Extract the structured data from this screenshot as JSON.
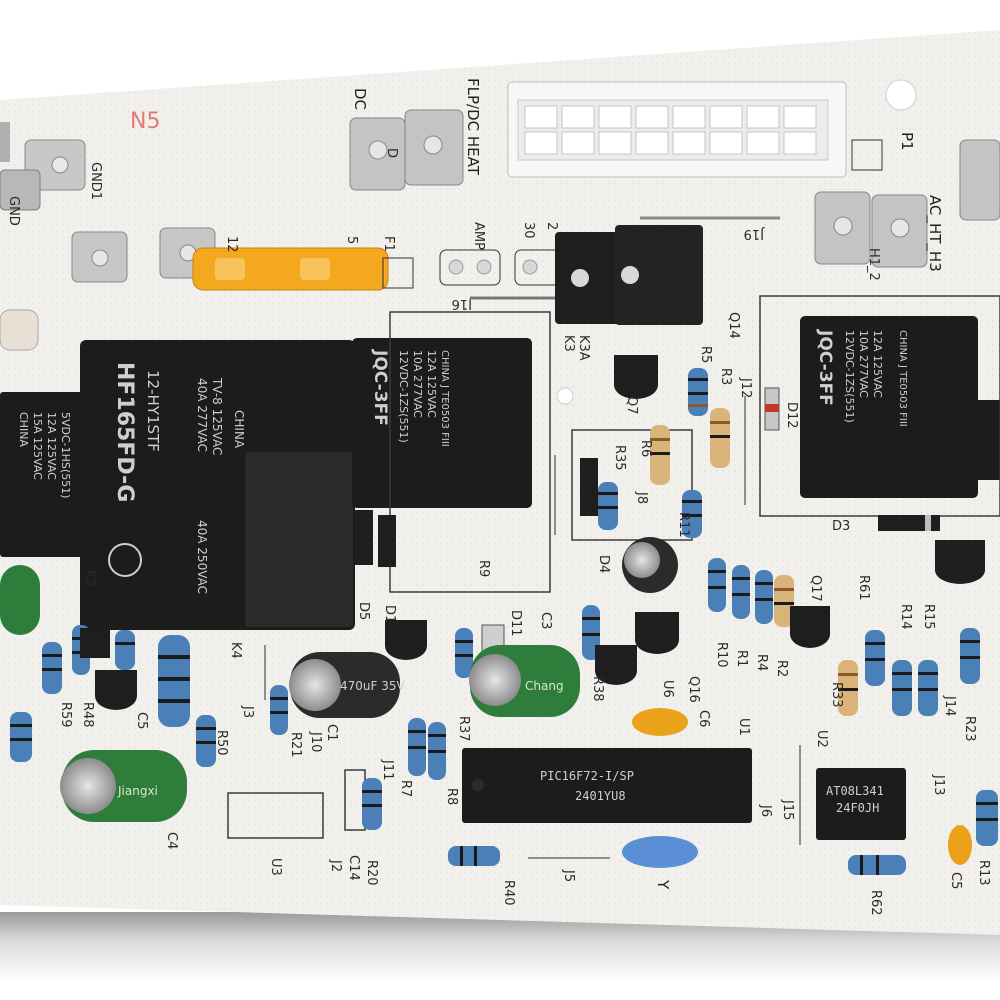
{
  "board": {
    "colors": {
      "pcb": "#f1f0ec",
      "relay": "#1c1c1c",
      "fuse": "#f3a81e",
      "resistor": "#4a7fb8",
      "cap_green": "#2f7d3a",
      "connector": "#f5f5f5"
    },
    "markings": {
      "n5": "N5",
      "gnd1": "GND1",
      "gnd": "GND",
      "dc": "DC",
      "d": "D",
      "flp_dc_heat": "FLP/DC HEAT",
      "p1": "P1",
      "ac_ht_h3": "AC_HT_H3",
      "h1_2": "H1_2",
      "f1": "F1",
      "num_12": "12",
      "num_5": "5",
      "num_2": "2",
      "amp": "AMP",
      "num_30": "30",
      "j16": "J16",
      "j19": "J19",
      "q14": "Q14",
      "k3": "K3",
      "k3a": "K3A",
      "k4": "K4",
      "k2": "K2",
      "q7": "Q7",
      "r5": "R5",
      "r3": "R3",
      "j12": "J12",
      "d12": "D12",
      "r6": "R6",
      "r35": "R35",
      "j8": "J8",
      "r11": "R11",
      "d3": "D3",
      "r61": "R61",
      "q17": "Q17",
      "r14": "R14",
      "r15": "R15",
      "r33": "R33",
      "r10": "R10",
      "r1": "R1",
      "r4": "R4",
      "r2": "R2",
      "j14": "J14",
      "r23": "R23",
      "d5": "D5",
      "d1": "D1",
      "d11": "D11",
      "c3": "C3",
      "u6": "U6",
      "q16": "Q16",
      "r38": "R38",
      "c6": "C6",
      "u1": "U1",
      "u2": "U2",
      "r9": "R9",
      "d4": "D4",
      "r59": "R59",
      "r48": "R48",
      "c5": "C5",
      "r50": "R50",
      "j3": "J3",
      "r21": "R21",
      "j10": "J10",
      "c1": "C1",
      "r37": "R37",
      "r7": "R7",
      "r8": "R8",
      "j11": "J11",
      "j15": "J15",
      "j13": "J13",
      "r13": "R13",
      "c5b": "C5",
      "c4": "C4",
      "u3": "U3",
      "j2": "J2",
      "c14": "C14",
      "r20": "R20",
      "r40": "R40",
      "j5": "J5",
      "y": "Y",
      "r62": "R62",
      "j6": "J6"
    },
    "relay_big": {
      "model": "HF165FD-G",
      "coil": "12-HY1STF",
      "rating1": "40A 277VAC",
      "rating2": "TV-8 125VAC",
      "rating3": "40A 250VAC",
      "origin": "CHINA"
    },
    "relay_mid": {
      "model": "JQC-3FF",
      "coil": "12VDC-1ZS(551)",
      "rating1": "10A 277VAC",
      "rating2": "12A 125VAC",
      "origin": "CHINA J TE0503 FIII"
    },
    "relay_right": {
      "model": "JQC-3FF",
      "coil": "12VDC-1ZS(551)",
      "rating1": "10A 277VAC",
      "rating2": "12A 125VAC",
      "origin": "CHINA J TE0503 FIII"
    },
    "relay_left": {
      "coil": "5VDC-1HS(551)",
      "rating1": "12A 125VAC",
      "rating2": "15A 125VAC",
      "origin": "CHINA"
    },
    "mcu": {
      "part": "PIC16F72-I/SP",
      "code": "2401YU8"
    },
    "opamp": {
      "part": "AT08L341",
      "code": "24F0JH"
    },
    "caps": {
      "c1": "470uF 35V",
      "c3": "Chang",
      "c4": "Jiangxi"
    }
  }
}
